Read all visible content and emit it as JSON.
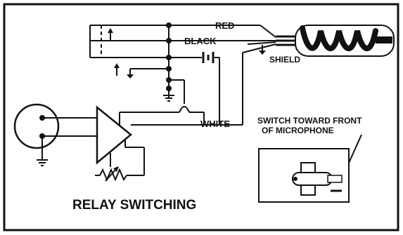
{
  "labels": {
    "red": "RED",
    "black": "BLACK",
    "shield": "SHIELD",
    "white": "WHITE",
    "switch_note_line1": "SWITCH TOWARD FRONT",
    "switch_note_line2": "OF MICROPHONE",
    "caption": "RELAY SWITCHING"
  },
  "colors": {
    "ink": "#111111",
    "paper": "#ffffff"
  }
}
